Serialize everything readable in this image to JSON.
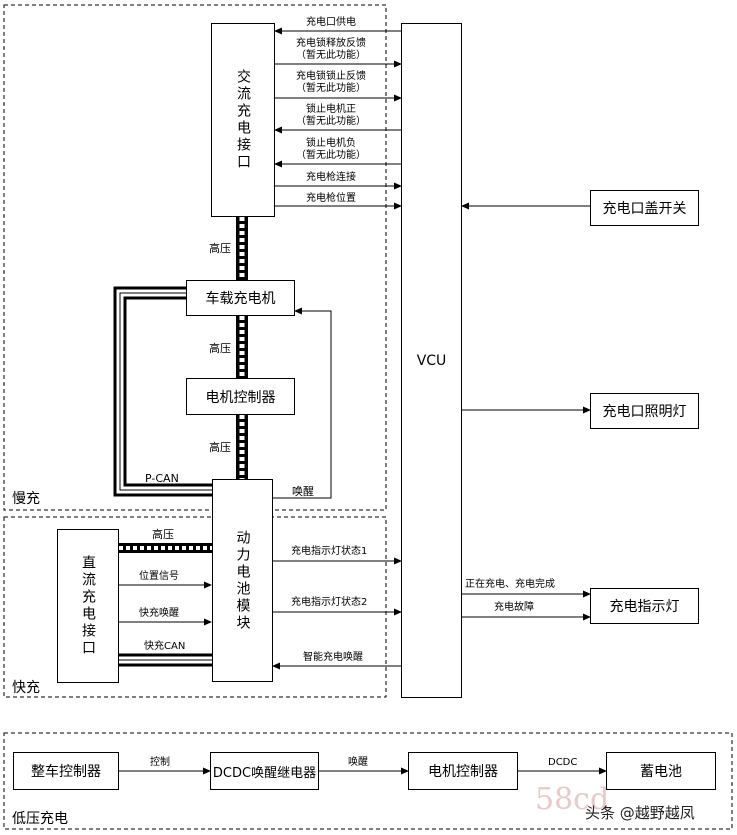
{
  "diagram": {
    "sections": {
      "slow": "慢充",
      "fast": "快充",
      "low_voltage": "低压充电"
    },
    "boxes": {
      "ac_port": "交流充电接口",
      "obc": "车载充电机",
      "motor_ctrl": "电机控制器",
      "vcu": "VCU",
      "port_cover": "充电口盖开关",
      "port_light": "充电口照明灯",
      "indicator": "充电指示灯",
      "battery": "动力电池模块",
      "dc_port": "直流充电接口",
      "vehicle_ctrl": "整车控制器",
      "dcdc_relay": "DCDC唤醒继电器",
      "lv_motor_ctrl": "电机控制器",
      "aux_battery": "蓄电池"
    },
    "signals": {
      "port_power": "充电口供电",
      "lock_release_1": "充电锁释放反馈",
      "lock_release_2": "（暂无此功能）",
      "lock_lock_1": "充电锁锁止反馈",
      "lock_lock_2": "（暂无此功能）",
      "lock_pos_1": "锁止电机正",
      "lock_pos_2": "（暂无此功能）",
      "lock_neg_1": "锁止电机负",
      "lock_neg_2": "（暂无此功能）",
      "gun_connect": "充电枪连接",
      "gun_position": "充电枪位置",
      "hv_1": "高压",
      "hv_2": "高压",
      "hv_3": "高压",
      "hv_dc": "高压",
      "pcan": "P-CAN",
      "wake": "唤醒",
      "pos_signal": "位置信号",
      "fast_wake": "快充唤醒",
      "fast_can": "快充CAN",
      "ind_state_1": "充电指示灯状态1",
      "ind_state_2": "充电指示灯状态2",
      "smart_wake": "智能充电唤醒",
      "charging_done": "正在充电、充电完成",
      "charge_fault": "充电故障",
      "control": "控制",
      "wakeup": "唤醒",
      "dcdc": "DCDC"
    }
  },
  "watermark": "58cd",
  "credit": "头条 @越野越凤"
}
